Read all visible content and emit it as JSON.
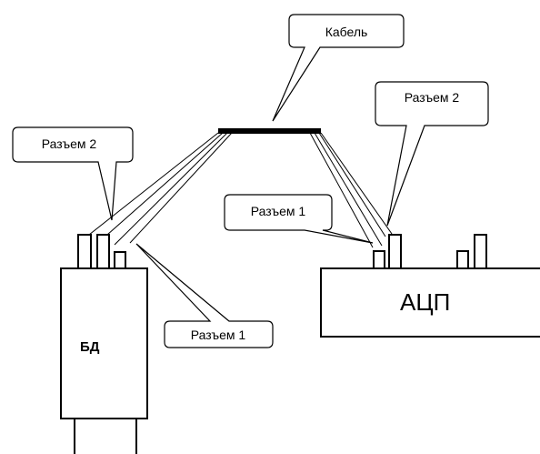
{
  "diagram": {
    "cable_label": "Кабель",
    "bd": {
      "label": "БД",
      "connector2_label": "Разъем 2",
      "connector1_label": "Разъем 1"
    },
    "adc": {
      "label": "АЦП",
      "connector1_label": "Разъем 1",
      "connector2_label": "Разъем 2"
    },
    "colors": {
      "stroke": "#000000",
      "fill": "#ffffff",
      "cable": "#000000"
    }
  }
}
